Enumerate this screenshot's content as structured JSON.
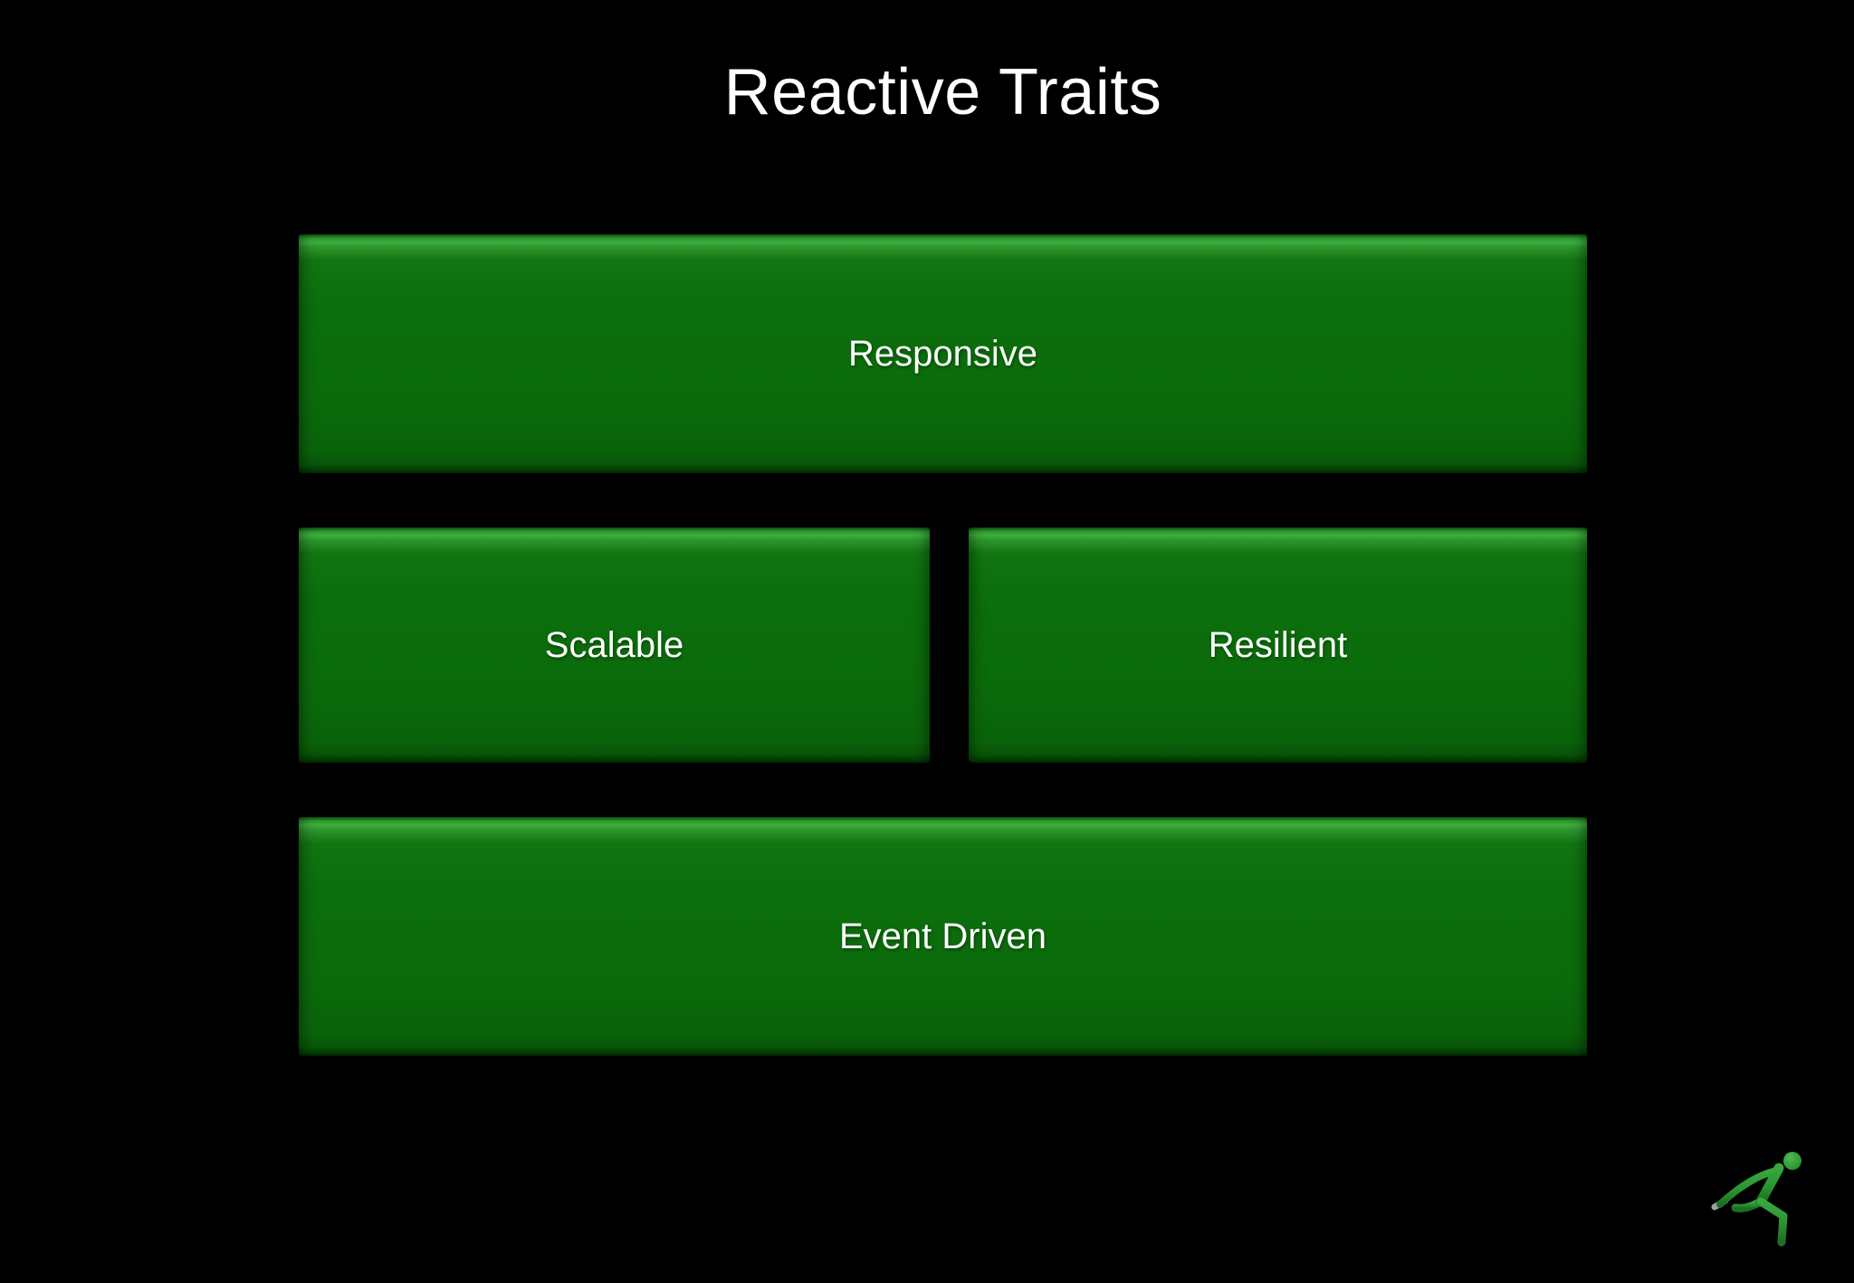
{
  "slide": {
    "title": "Reactive Traits",
    "boxes": [
      {
        "id": "responsive",
        "label": "Responsive"
      },
      {
        "id": "scalable",
        "label": "Scalable"
      },
      {
        "id": "resilient",
        "label": "Resilient"
      },
      {
        "id": "event-driven",
        "label": "Event Driven"
      }
    ],
    "logo": {
      "name": "runner-logo"
    },
    "colors": {
      "background": "#000000",
      "box_green_body": "#0b6b0b",
      "box_green_highlight": "#3fae3f",
      "box_green_shadow": "#053a05",
      "title_color": "#ffffff",
      "label_color": "#ffffff",
      "logo_green": "#2f9e37",
      "logo_hand_gray": "#99a2a2"
    }
  }
}
